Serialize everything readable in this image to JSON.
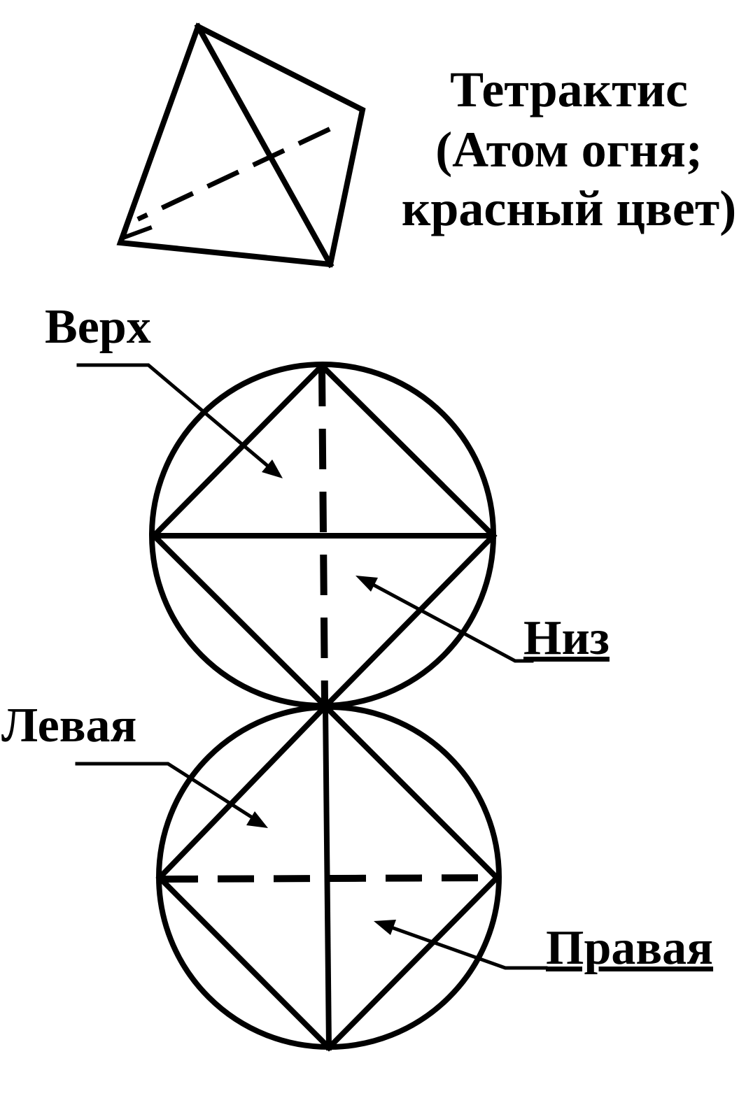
{
  "title": {
    "line1": "Тетрактис",
    "line2": "(Атом огня;",
    "line3": "красный цвет)"
  },
  "labels": {
    "top": "Верх",
    "bottom": "Низ",
    "left": "Левая",
    "right": "Правая"
  },
  "colors": {
    "ink": "#000000",
    "paper": "#ffffff"
  }
}
